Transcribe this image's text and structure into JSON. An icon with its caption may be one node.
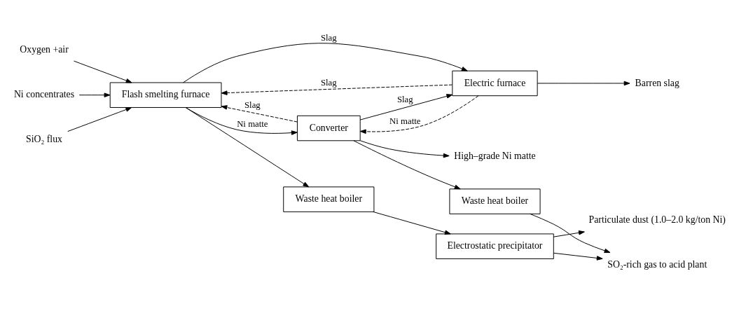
{
  "diagram": {
    "nodes": [
      {
        "text": [
          "Oxygen +air"
        ]
      },
      {
        "text": [
          "Ni concentrates"
        ]
      },
      {
        "text": [
          "SiO₂ flux"
        ]
      },
      {
        "text": [
          "Flash smelting furnace"
        ]
      },
      {
        "text": [
          "Waste heat boiler"
        ]
      },
      {
        "text": [
          "Electrostatic precipitator"
        ]
      },
      {
        "text": [
          "Particulate dust (1.0–2.0 kg/ton Ni)"
        ]
      },
      {
        "text": [
          "Converter"
        ]
      },
      {
        "text": [
          "Waste heat boiler"
        ]
      },
      {
        "text": [
          "SO₂-rich gas to acid plant"
        ]
      },
      {
        "text": [
          "Electric furnace"
        ]
      },
      {
        "text": [
          "High–grade Ni matte"
        ]
      },
      {
        "text": [
          "Barren slag"
        ]
      }
    ],
    "edges": [
      {
        "from": 0,
        "to": 3,
        "arrow": "to"
      },
      {
        "from": 1,
        "to": 3,
        "arrow": "to"
      },
      {
        "from": 2,
        "to": 3,
        "arrow": "to"
      },
      {
        "from": 3,
        "to": 4,
        "arrow": "to"
      },
      {
        "from": 3,
        "to": 7,
        "arrow": "to",
        "label": "Ni matte"
      },
      {
        "from": 3,
        "to": 10,
        "arrow": "to",
        "label": "Slag"
      },
      {
        "from": 4,
        "to": 5,
        "arrow": "to"
      },
      {
        "from": 5,
        "to": 6,
        "arrow": "to"
      },
      {
        "from": 5,
        "to": 9,
        "arrow": "to"
      },
      {
        "from": 7,
        "to": 3,
        "arrow": "to",
        "label": "Slag",
        "style": "dashed"
      },
      {
        "from": 7,
        "to": 8,
        "arrow": "to"
      },
      {
        "from": 8,
        "to": 9,
        "arrow": "to"
      },
      {
        "from": 7,
        "to": 10,
        "arrow": "to",
        "label": "Slag"
      },
      {
        "from": 10,
        "to": 3,
        "arrow": "to",
        "label": "Slag",
        "style": "dashed"
      },
      {
        "from": 10,
        "to": 7,
        "arrow": "to",
        "label": "Ni matte",
        "style": "dashed"
      },
      {
        "from": 7,
        "to": 11,
        "arrow": "to"
      },
      {
        "from": 10,
        "to": 12,
        "arrow": "to"
      }
    ]
  }
}
